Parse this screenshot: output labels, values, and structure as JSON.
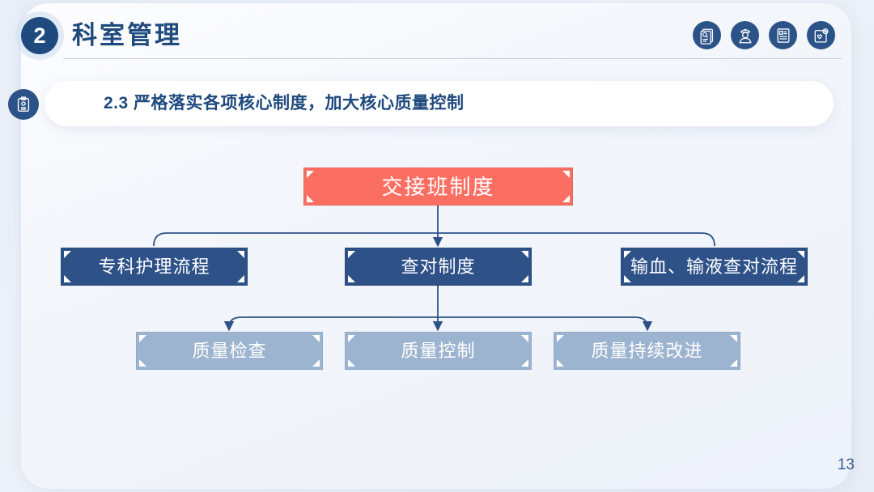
{
  "header": {
    "number": "2",
    "title": "科室管理",
    "icons": [
      {
        "name": "document-search-icon"
      },
      {
        "name": "nurse-person-icon"
      },
      {
        "name": "checklist-clipboard-icon"
      },
      {
        "name": "medical-report-heart-icon"
      }
    ]
  },
  "subtitle": {
    "icon": "clipboard-icon",
    "text": "2.3 严格落实各项核心制度，加大核心质量控制"
  },
  "diagram": {
    "root": {
      "label": "交接班制度",
      "color": "#fb6f63"
    },
    "mid": [
      {
        "label": "专科护理流程",
        "color": "#2e5288"
      },
      {
        "label": "查对制度",
        "color": "#2e5288"
      },
      {
        "label": "输血、输液查对流程",
        "color": "#2e5288"
      }
    ],
    "leaves": [
      {
        "label": "质量检查",
        "color": "#9db4d0"
      },
      {
        "label": "质量控制",
        "color": "#9db4d0"
      },
      {
        "label": "质量持续改进",
        "color": "#9db4d0"
      }
    ],
    "connector_color": "#2e5288"
  },
  "footer": {
    "page_number": "13"
  }
}
